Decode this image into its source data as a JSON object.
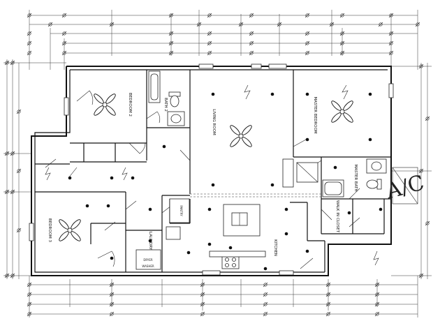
{
  "rooms": {
    "bedroom2": "BEDROOM 2",
    "bath2": "BATH 2",
    "living_room": "LIVING ROOM",
    "master_bedroom": "MASTER BEDROOM",
    "master_bath": "MASTER BATH",
    "walk_in_closet": "WALK IN CLOSET",
    "bedroom3": "BEDROOM 3",
    "laundry": "LAUNDRY",
    "dryer": "DRYER",
    "washer": "WASHER",
    "kitchen": "KITCHEN",
    "pantry": "PANTRY"
  },
  "ac_label": "A/C"
}
